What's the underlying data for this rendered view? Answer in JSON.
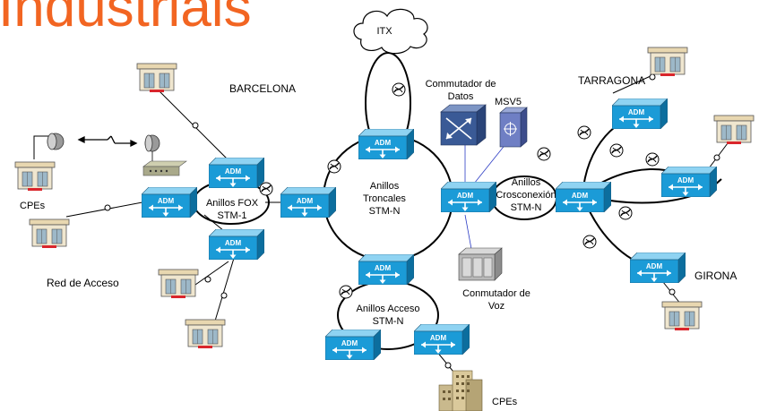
{
  "title": "Industrials",
  "labels": {
    "itx": "ITX",
    "barcelona": "BARCELONA",
    "tarragona": "TARRAGONA",
    "girona": "GIRONA",
    "commutador_datos_1": "Commutador de",
    "commutador_datos_2": "Datos",
    "msv5": "MSV5",
    "anillos_fox_1": "Anillos  FOX",
    "anillos_fox_2": "STM-1",
    "anillos_troncales_1": "Anillos",
    "anillos_troncales_2": "Troncales",
    "anillos_troncales_3": "STM-N",
    "anillos_cros_1": "Anillos",
    "anillos_cros_2": "Crosconexión",
    "anillos_cros_3": "STM-N",
    "anillos_acceso_1": "Anillos Acceso",
    "anillos_acceso_2": "STM-N",
    "conmutador_voz_1": "Conmutador de",
    "conmutador_voz_2": "Voz",
    "red_acceso": "Red de Acceso",
    "cpes_left": "CPEs",
    "cpes_bottom": "CPEs"
  },
  "adm_label": "ADM",
  "colors": {
    "title": "#f26522",
    "adm_front": "#1b9bd7",
    "adm_top": "#8fd3f2",
    "adm_side": "#0c6e9e",
    "switch": "#3a5a96",
    "link_blue": "#2b3cc4"
  }
}
